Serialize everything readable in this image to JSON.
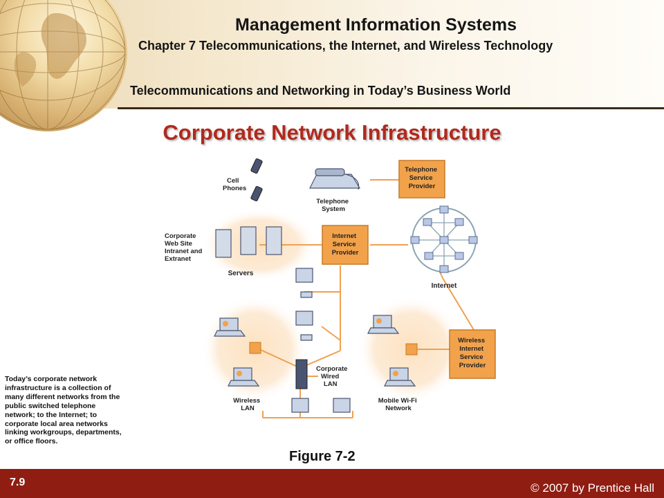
{
  "header": {
    "app_title": "Management Information Systems",
    "chapter_title": "Chapter 7 Telecommunications, the Internet, and Wireless Technology",
    "section_title": "Telecommunications and Networking in Today’s Business World"
  },
  "slide": {
    "title": "Corporate Network Infrastructure",
    "figure_label": "Figure 7-2",
    "caption": "Today’s corporate network infrastructure is a collection of many different networks from the public switched telephone network; to the Internet; to corporate local area networks linking workgroups, departments, or office floors."
  },
  "diagram": {
    "cell_phones": [
      "Cell",
      "Phones"
    ],
    "telephone_system": [
      "Telephone",
      "System"
    ],
    "telephone_service_provider": [
      "Telephone",
      "Service",
      "Provider"
    ],
    "corporate_web_site": [
      "Corporate",
      "Web Site",
      "Intranet and",
      "Extranet"
    ],
    "servers": "Servers",
    "internet_service_provider": [
      "Internet",
      "Service",
      "Provider"
    ],
    "internet": "Internet",
    "wireless_isp": [
      "Wireless",
      "Internet",
      "Service",
      "Provider"
    ],
    "corporate_wired_lan": [
      "Corporate",
      "Wired",
      "LAN"
    ],
    "wireless_lan": [
      "Wireless",
      "LAN"
    ],
    "mobile_wifi": [
      "Mobile Wi-Fi",
      "Network"
    ]
  },
  "footer": {
    "slide_number": "7.9",
    "copyright": "© 2007 by Prentice Hall"
  },
  "colors": {
    "accent_red": "#b02a1e",
    "footer_red": "#8f1d12",
    "diagram_orange": "#f2a24a",
    "diagram_line": "#f0a050"
  }
}
